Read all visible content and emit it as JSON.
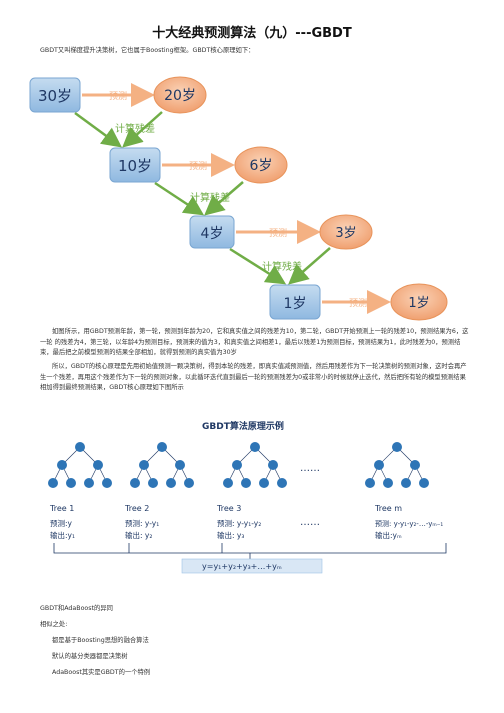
{
  "title": "十大经典预测算法（九）---GBDT",
  "intro": "GBDT又叫梯度提升决策树，它也属于Boosting框架。GBDT核心原理如下：",
  "diagram1": {
    "rows": [
      {
        "actual": "30岁",
        "predict_label": "预测",
        "predicted": "20岁",
        "residual_label": "计算残差"
      },
      {
        "actual": "10岁",
        "predict_label": "预测",
        "predicted": "6岁",
        "residual_label": "计算残差"
      },
      {
        "actual": "4岁",
        "predict_label": "预测",
        "predicted": "3岁",
        "residual_label": "计算残差"
      },
      {
        "actual": "1岁",
        "predict_label": "预测",
        "predicted": "1岁"
      }
    ]
  },
  "para1": "如图所示，用GBDT预测年龄，第一轮，预测到年龄为20，它和真实值之间的残差为10，第二轮，GBDT开始预测上一轮的残差10，预测结果为6，这一轮 的残差为4，第三轮，以年龄4为预测目标，预测来的值为3，和真实值之间相差1，最后以残差1为预测目标，预测结果为1，此时残差为0，预测结束，最后把之前模型预测的结果全部相加，就得到预测的真实值为30岁",
  "para2": "所以，GBDT的核心原理是先用初始值预测一颗决策树，得到本轮的残差，即真实值减预测值，然后用残差作为下一轮决策树的预测对象，这时会再产生一个残差，再用这个残差作为下一轮的预测对象，以此循环迭代直到最后一轮的预测残差为0或非常小的时候就停止迭代，然后把所有轮的模型预测结果相加得到最终预测结果，GBDT核心原理如下图所示",
  "diagram2": {
    "title": "GBDT算法原理示例",
    "ellipsis": "……",
    "trees": [
      {
        "name": "Tree 1",
        "predict": "预测:y",
        "output": "输出:y₁"
      },
      {
        "name": "Tree 2",
        "predict": "预测: y-y₁",
        "output": "输出: y₂"
      },
      {
        "name": "Tree 3",
        "predict": "预测: y-y₁-y₂",
        "output": "输出: y₃"
      },
      {
        "name": "Tree m",
        "predict": "预测: y-y₁-y₂-…-yₘ₋₁",
        "output": "输出:yₘ"
      }
    ],
    "sum_formula": "y=y₁+y₂+y₃+…+yₘ"
  },
  "section_heading": "GBDT和AdaBoost的异同",
  "similarity_heading": "相似之处:",
  "points": [
    "都是基于Boosting思想的融合算法",
    "默认的基分类器都是决策树",
    "AdaBoost其实是GBDT的一个特例"
  ],
  "colors": {
    "blue_box": "#9dc3e6",
    "orange_oval": "#f4b183",
    "arrow_green": "#70ad47",
    "dark_blue": "#1f3864",
    "tree_node": "#2e75b6",
    "sum_bar": "#d9e7f5"
  }
}
